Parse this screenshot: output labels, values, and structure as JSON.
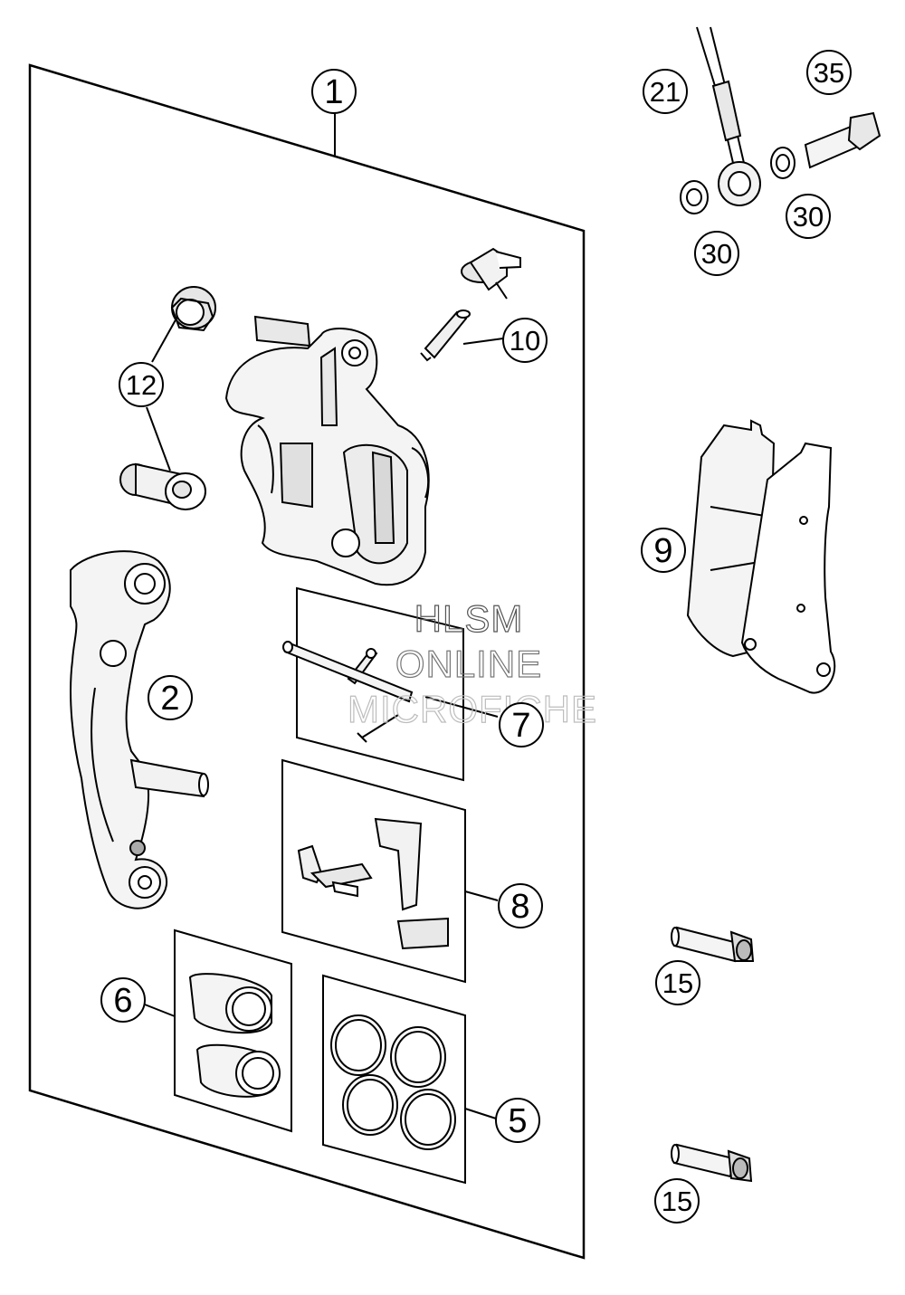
{
  "callouts": {
    "c1": "1",
    "c2": "2",
    "c5": "5",
    "c6": "6",
    "c7": "7",
    "c8": "8",
    "c9": "9",
    "c10": "10",
    "c12": "12",
    "c15a": "15",
    "c15b": "15",
    "c21": "21",
    "c30a": "30",
    "c30b": "30",
    "c35": "35"
  },
  "watermark": {
    "line1": "HLSM",
    "line2": "ONLINE",
    "line3": "MICROFICHE"
  },
  "colors": {
    "line": "#000000",
    "part_fill": "#ffffff",
    "part_shade": "#d4d4d4",
    "watermark_dark": "#555555",
    "watermark_light": "#bdbdbd"
  }
}
